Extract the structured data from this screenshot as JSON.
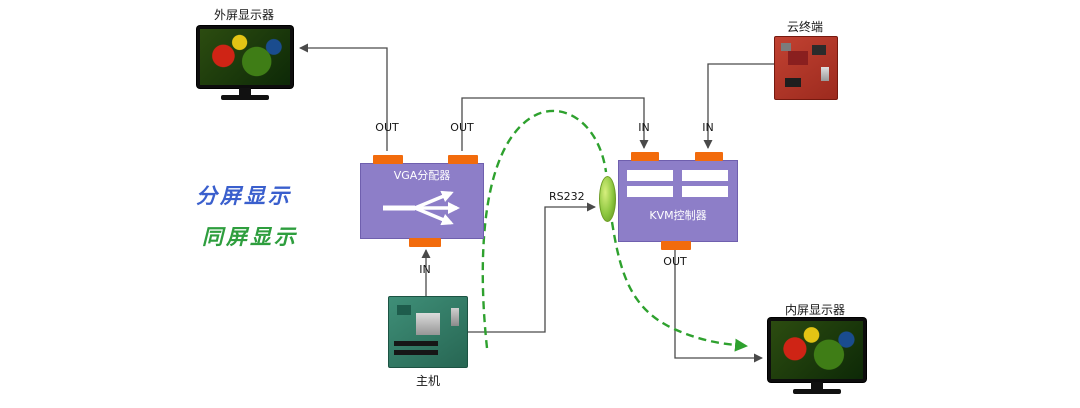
{
  "nodes": {
    "external_monitor": {
      "label": "外屏显示器"
    },
    "cloud_terminal": {
      "label": "云终端"
    },
    "vga_splitter": {
      "label": "VGA分配器"
    },
    "kvm_controller": {
      "label": "KVM控制器"
    },
    "host": {
      "label": "主机"
    },
    "internal_monitor": {
      "label": "内屏显示器"
    }
  },
  "ports": {
    "vga_out_left": "OUT",
    "vga_out_right": "OUT",
    "vga_in": "IN",
    "kvm_in_left": "IN",
    "kvm_in_right": "IN",
    "kvm_out": "OUT",
    "rs232": "RS232"
  },
  "legend": {
    "split_screen": "分屏显示",
    "same_screen": "同屏显示"
  },
  "colors": {
    "device_box": "#8d7ec8",
    "port_tab": "#f26b0c",
    "dashed_route": "#2ea12e",
    "split_screen_text": "#3a5fcd",
    "same_screen_text": "#2e9e3e",
    "wire": "#4a4a4a",
    "rs232_lens": "#8cc63f"
  }
}
